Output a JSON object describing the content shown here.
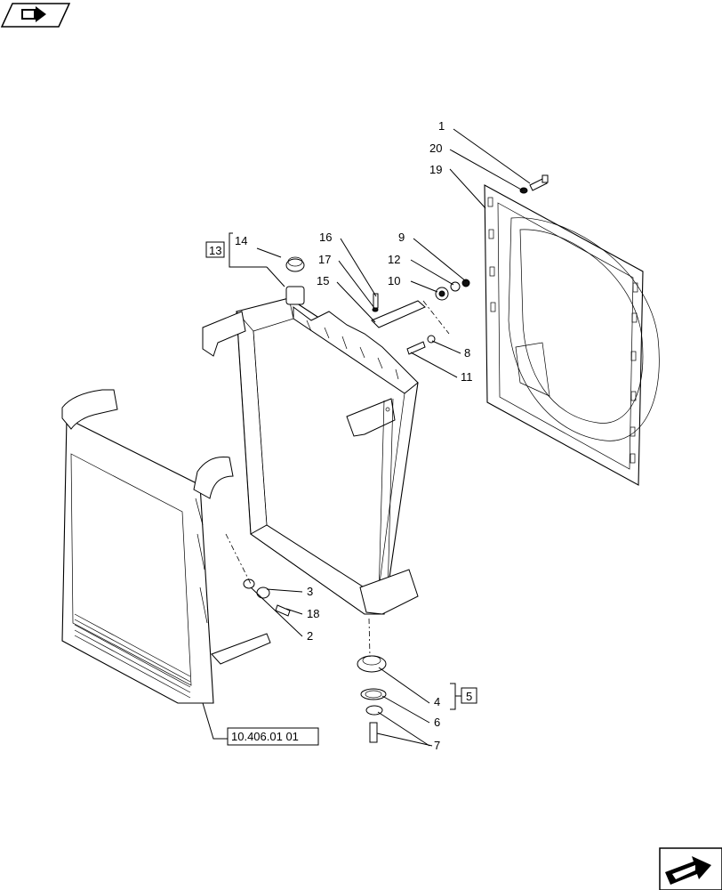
{
  "callouts": [
    {
      "id": "c1",
      "label": "1"
    },
    {
      "id": "c20",
      "label": "20"
    },
    {
      "id": "c19",
      "label": "19"
    },
    {
      "id": "c16",
      "label": "16"
    },
    {
      "id": "c9",
      "label": "9"
    },
    {
      "id": "c17",
      "label": "17"
    },
    {
      "id": "c12",
      "label": "12"
    },
    {
      "id": "c15",
      "label": "15"
    },
    {
      "id": "c10",
      "label": "10"
    },
    {
      "id": "c8",
      "label": "8"
    },
    {
      "id": "c11",
      "label": "11"
    },
    {
      "id": "c14",
      "label": "14"
    },
    {
      "id": "c3",
      "label": "3"
    },
    {
      "id": "c18",
      "label": "18"
    },
    {
      "id": "c2",
      "label": "2"
    },
    {
      "id": "c4",
      "label": "4"
    },
    {
      "id": "c6",
      "label": "6"
    },
    {
      "id": "c7",
      "label": "7"
    }
  ],
  "kit_boxes": {
    "kit13": "13",
    "kit5": "5"
  },
  "reference": "10.406.01 01",
  "icons": {
    "top_left": "nav-back-arrow-icon",
    "bottom_right": "next-page-arrow-icon"
  }
}
